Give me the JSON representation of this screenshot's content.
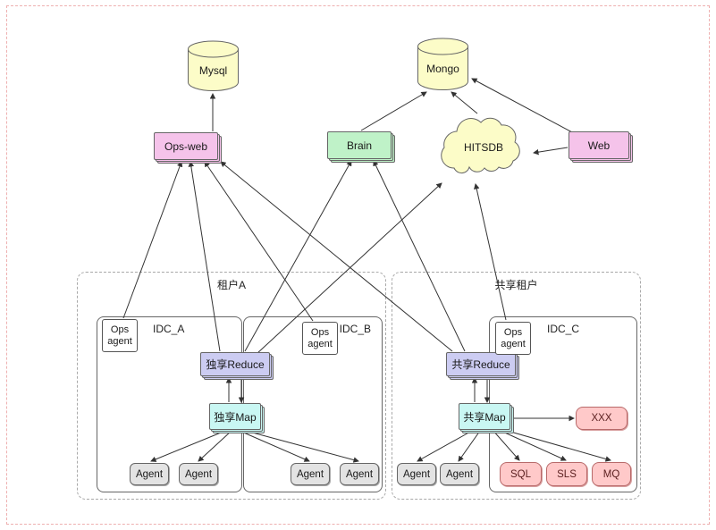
{
  "diagram": {
    "type": "architecture-diagram",
    "nodes": {
      "mysql": "Mysql",
      "mongo": "Mongo",
      "ops_web": "Ops-web",
      "brain": "Brain",
      "hitsdb": "HITSDB",
      "web": "Web",
      "tenant_a": "租户A",
      "tenant_shared": "共享租户",
      "idc_a": "IDC_A",
      "idc_b": "IDC_B",
      "idc_c": "IDC_C",
      "ops_agent_line1": "Ops",
      "ops_agent_line2": "agent",
      "reduce_dedicated": "独享Reduce",
      "map_dedicated": "独享Map",
      "reduce_shared": "共享Reduce",
      "map_shared": "共享Map",
      "agent": "Agent",
      "sql": "SQL",
      "sls": "SLS",
      "mq": "MQ",
      "xxx": "XXX"
    },
    "colors": {
      "database_fill": "#fcfcc8",
      "cloud_fill": "#fcfcc8",
      "ops_web_fill": "#f5c3ea",
      "web_fill": "#f5c3ea",
      "brain_fill": "#bff2c8",
      "reduce_fill": "#ccccf2",
      "map_fill": "#c9f7f3",
      "agent_fill": "#e3e3e3",
      "alert_fill": "#ffc9c9",
      "frame_dash": "#eeb0b0"
    },
    "edges": [
      {
        "from": "Ops-web",
        "to": "Mysql"
      },
      {
        "from": "Brain",
        "to": "Mongo"
      },
      {
        "from": "HITSDB",
        "to": "Mongo"
      },
      {
        "from": "Web",
        "to": "Mongo"
      },
      {
        "from": "Web",
        "to": "HITSDB"
      },
      {
        "from": "Ops agent (IDC_A)",
        "to": "Ops-web"
      },
      {
        "from": "Ops agent (IDC_B)",
        "to": "Ops-web"
      },
      {
        "from": "独享Reduce",
        "to": "Ops-web"
      },
      {
        "from": "独享Reduce",
        "to": "Brain"
      },
      {
        "from": "独享Reduce",
        "to": "HITSDB"
      },
      {
        "from": "共享Reduce",
        "to": "Ops-web"
      },
      {
        "from": "共享Reduce",
        "to": "Brain"
      },
      {
        "from": "Ops agent (IDC_C)",
        "to": "HITSDB"
      },
      {
        "from": "独享Map",
        "to": "独享Reduce"
      },
      {
        "from": "独享Reduce",
        "to": "独享Map"
      },
      {
        "from": "共享Map",
        "to": "共享Reduce"
      },
      {
        "from": "共享Reduce",
        "to": "共享Map"
      },
      {
        "from": "独享Map",
        "to": "Agent (IDC_A #1)"
      },
      {
        "from": "独享Map",
        "to": "Agent (IDC_A #2)"
      },
      {
        "from": "独享Map",
        "to": "Agent (IDC_B #1)"
      },
      {
        "from": "独享Map",
        "to": "Agent (IDC_B #2)"
      },
      {
        "from": "共享Map",
        "to": "Agent (IDC_C #1)"
      },
      {
        "from": "共享Map",
        "to": "Agent (IDC_C #2)"
      },
      {
        "from": "共享Map",
        "to": "SQL"
      },
      {
        "from": "共享Map",
        "to": "SLS"
      },
      {
        "from": "共享Map",
        "to": "MQ"
      },
      {
        "from": "共享Map",
        "to": "XXX"
      }
    ]
  }
}
